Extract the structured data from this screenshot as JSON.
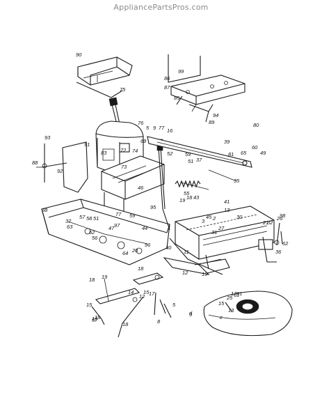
{
  "header": {
    "watermark": "AppliancePartsPros.com"
  },
  "callouts": [
    "90",
    "75",
    "76",
    "93",
    "92",
    "91",
    "88",
    "83",
    "72",
    "73",
    "74",
    "69",
    "5",
    "9",
    "77",
    "16",
    "86",
    "99",
    "87",
    "85",
    "94",
    "89",
    "80",
    "39",
    "81",
    "65",
    "60",
    "49",
    "52",
    "59",
    "51",
    "37",
    "55",
    "35",
    "46",
    "38",
    "95",
    "19",
    "18",
    "43",
    "41",
    "13",
    "37",
    "63",
    "57",
    "58",
    "51",
    "77",
    "59",
    "47",
    "97",
    "44",
    "45",
    "3",
    "2",
    "27",
    "31",
    "30",
    "32",
    "26",
    "98",
    "21",
    "62",
    "36",
    "56",
    "64",
    "20",
    "40",
    "11",
    "96",
    "12",
    "19",
    "18",
    "18",
    "19",
    "14",
    "15",
    "12",
    "17",
    "15",
    "19",
    "18",
    "8",
    "25",
    "17",
    "16",
    "13",
    "15",
    "c",
    "d",
    "5",
    "9",
    "57",
    "61",
    "61",
    "62"
  ]
}
